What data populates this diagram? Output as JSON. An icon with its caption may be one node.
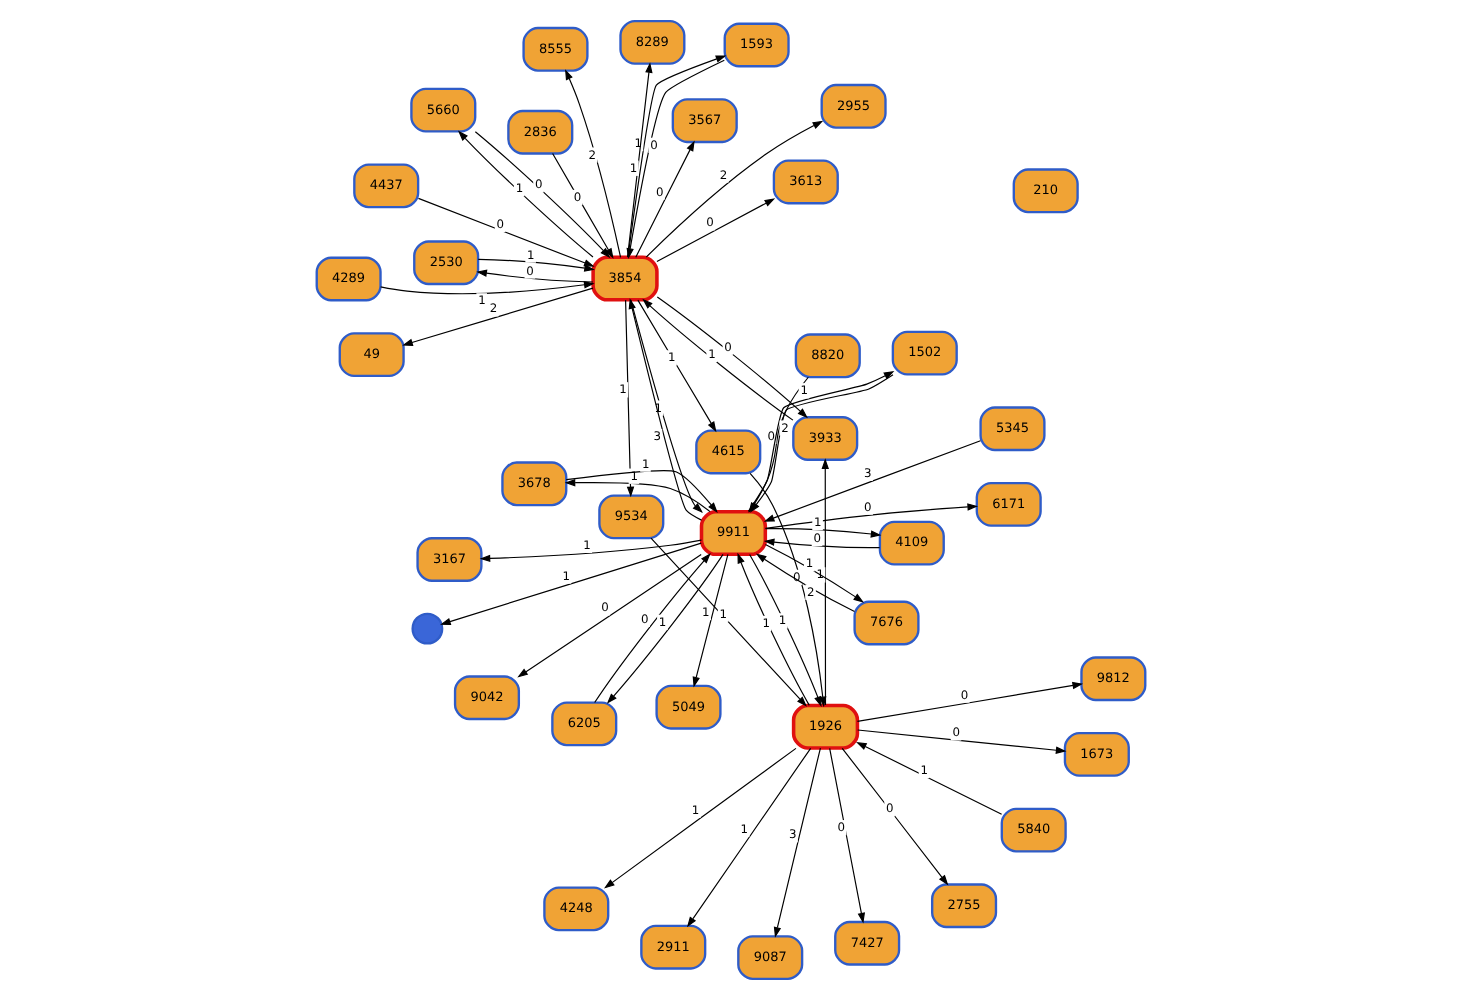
{
  "diagram": {
    "nodes": [
      {
        "text": [
          "210"
        ]
      },
      {
        "text": [
          "9042"
        ]
      },
      {
        "text": [
          "2955"
        ]
      },
      {
        "text": [
          "5049"
        ]
      },
      {
        "text": [
          "8555"
        ]
      },
      {
        "text": [
          "3567"
        ]
      },
      {
        "text": [
          "3167"
        ]
      },
      {
        "text": [
          "49"
        ]
      },
      {
        "text": [
          "3613"
        ]
      },
      {
        "text": [
          "9087"
        ]
      },
      {
        "text": [
          "2755"
        ]
      },
      {
        "text": [
          "7427"
        ]
      },
      {
        "text": [],
        "shape": "person"
      },
      {
        "text": [
          "6171"
        ]
      },
      {
        "text": [
          "1593"
        ]
      },
      {
        "text": [
          "3933"
        ]
      },
      {
        "text": [
          "5840"
        ]
      },
      {
        "text": [
          "1673"
        ]
      },
      {
        "text": [
          "5660"
        ]
      },
      {
        "text": [
          "4437"
        ]
      },
      {
        "text": [
          "3854"
        ]
      },
      {
        "text": [
          "2530"
        ]
      },
      {
        "text": [
          "4289"
        ]
      },
      {
        "text": [
          "1926"
        ]
      },
      {
        "text": [
          "8289"
        ]
      },
      {
        "text": [
          "4615"
        ]
      },
      {
        "text": [
          "9534"
        ]
      },
      {
        "text": [
          "9812"
        ]
      },
      {
        "text": [
          "4248"
        ]
      },
      {
        "text": [
          "2911"
        ]
      },
      {
        "text": [
          "7676"
        ]
      },
      {
        "text": [
          "8820"
        ]
      },
      {
        "text": [
          "4109"
        ]
      },
      {
        "text": [
          "6205"
        ]
      },
      {
        "text": [
          "2836"
        ]
      },
      {
        "text": [
          "5345"
        ]
      },
      {
        "text": [
          "9911"
        ]
      },
      {
        "text": [
          "3678"
        ]
      },
      {
        "text": [
          "1502"
        ]
      }
    ],
    "edges": [
      {
        "from": 36,
        "to": 1,
        "arrow": "to",
        "label": "0"
      },
      {
        "from": 36,
        "to": 3,
        "arrow": "to",
        "label": "1"
      },
      {
        "from": 20,
        "to": 2,
        "arrow": "to",
        "label": "2"
      },
      {
        "from": 20,
        "to": 5,
        "arrow": "to",
        "label": "0"
      },
      {
        "from": 20,
        "to": 4,
        "arrow": "to",
        "label": "2"
      },
      {
        "from": 23,
        "to": 9,
        "arrow": "to",
        "label": "3"
      },
      {
        "from": 36,
        "to": 6,
        "arrow": "to",
        "label": "1"
      },
      {
        "from": 20,
        "to": 8,
        "arrow": "to",
        "label": "0"
      },
      {
        "from": 20,
        "to": 7,
        "arrow": "to",
        "label": "2"
      },
      {
        "from": 23,
        "to": 10,
        "arrow": "to",
        "label": "0"
      },
      {
        "from": 23,
        "to": 11,
        "arrow": "to",
        "label": "0"
      },
      {
        "from": 36,
        "to": 13,
        "arrow": "to",
        "label": "0"
      },
      {
        "from": 36,
        "to": 12,
        "arrow": "to",
        "label": "1"
      },
      {
        "from": 20,
        "to": 14,
        "arrow": "to",
        "label": "1"
      },
      {
        "from": 14,
        "to": 20,
        "arrow": "to",
        "label": "0"
      },
      {
        "from": 20,
        "to": 15,
        "arrow": "to",
        "label": "0"
      },
      {
        "from": 15,
        "to": 20,
        "arrow": "to",
        "label": "1"
      },
      {
        "from": 23,
        "to": 15,
        "arrow": "to",
        "label": "1"
      },
      {
        "from": 16,
        "to": 23,
        "arrow": "to",
        "label": "1"
      },
      {
        "from": 23,
        "to": 17,
        "arrow": "to",
        "label": "0"
      },
      {
        "from": 18,
        "to": 20,
        "arrow": "to",
        "label": "0"
      },
      {
        "from": 20,
        "to": 18,
        "arrow": "to",
        "label": "1"
      },
      {
        "from": 19,
        "to": 20,
        "arrow": "to",
        "label": "0"
      },
      {
        "from": 20,
        "to": 21,
        "arrow": "to",
        "label": "0"
      },
      {
        "from": 21,
        "to": 20,
        "arrow": "to",
        "label": "1"
      },
      {
        "from": 22,
        "to": 20,
        "arrow": "to",
        "label": "1"
      },
      {
        "from": 20,
        "to": 24,
        "arrow": "to",
        "label": "1"
      },
      {
        "from": 20,
        "to": 25,
        "arrow": "to",
        "label": "1"
      },
      {
        "from": 25,
        "to": 23,
        "arrow": "to",
        "label": "0"
      },
      {
        "from": 23,
        "to": 27,
        "arrow": "to",
        "label": "0"
      },
      {
        "from": 23,
        "to": 28,
        "arrow": "to",
        "label": "1"
      },
      {
        "from": 20,
        "to": 26,
        "arrow": "to",
        "label": "1"
      },
      {
        "from": 26,
        "to": 23,
        "arrow": "to",
        "label": "1"
      },
      {
        "from": 23,
        "to": 29,
        "arrow": "to",
        "label": "1"
      },
      {
        "from": 36,
        "to": 30,
        "arrow": "to",
        "label": "1"
      },
      {
        "from": 30,
        "to": 36,
        "arrow": "to",
        "label": "2"
      },
      {
        "from": 31,
        "to": 36,
        "arrow": "to",
        "label": "0"
      },
      {
        "from": 36,
        "to": 32,
        "arrow": "to",
        "label": "1"
      },
      {
        "from": 36,
        "to": 23,
        "arrow": "to",
        "label": "1"
      },
      {
        "from": 23,
        "to": 36,
        "arrow": "to",
        "label": "1"
      },
      {
        "from": 35,
        "to": 36,
        "arrow": "to",
        "label": "3"
      },
      {
        "from": 36,
        "to": 20,
        "arrow": "to",
        "label": "3"
      },
      {
        "from": 20,
        "to": 36,
        "arrow": "to",
        "label": "1"
      },
      {
        "from": 36,
        "to": 37,
        "arrow": "to",
        "label": "1"
      },
      {
        "from": 37,
        "to": 36,
        "arrow": "to",
        "label": "1"
      },
      {
        "from": 38,
        "to": 36,
        "arrow": "to",
        "label": "2"
      },
      {
        "from": 36,
        "to": 38,
        "arrow": "to",
        "label": "1"
      },
      {
        "from": 32,
        "to": 36,
        "arrow": "to",
        "label": "0"
      },
      {
        "from": 33,
        "to": 36,
        "arrow": "to",
        "label": "0"
      },
      {
        "from": 36,
        "to": 33,
        "arrow": "to",
        "label": "1"
      },
      {
        "from": 34,
        "to": 20,
        "arrow": "to",
        "label": "0"
      }
    ]
  }
}
